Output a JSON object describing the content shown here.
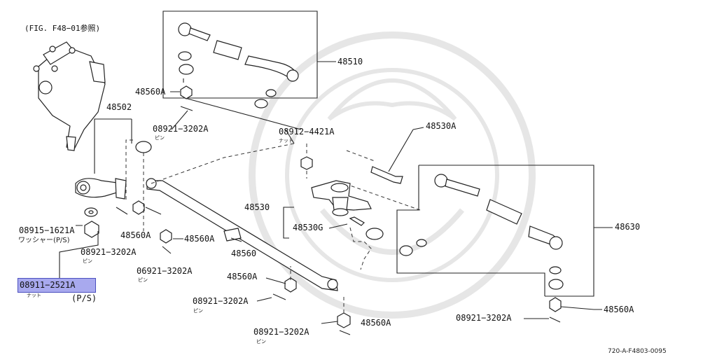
{
  "reference_note": "(FIG. F48−01参照)",
  "diagram_code": "720-A-F4803-0095",
  "labels": {
    "p48510": "48510",
    "p48560A_top": "48560A",
    "p48502": "48502",
    "p08921_top": "08921−3202A",
    "pin_top": "ピン",
    "p08912": "08912−4421A",
    "nut_08912": "ナット",
    "p48530A": "48530A",
    "p48530": "48530",
    "p48530G": "48530G",
    "p48630": "48630",
    "p08915": "08915−1621A",
    "washer_ps": "ワッシャー(P/S)",
    "p48560A_mid1": "48560A",
    "p48560A_mid2": "48560A",
    "p08921_mid": "08921−3202A",
    "pin_mid": "ピン",
    "p06921": "06921−3202A",
    "pin_06921": "ピン",
    "p48560": "48560",
    "p48560A_low": "48560A",
    "p08911": "08911−2521A",
    "nut_08911": "ナット",
    "ps_08911": "(P/S)",
    "p08921_low1": "08921−3202A",
    "pin_low1": "ピン",
    "p48560A_bottom": "48560A",
    "p08921_bottom": "08921−3202A",
    "pin_bottom": "ピン",
    "p08921_right": "08921−3202A",
    "p48560A_right": "48560A"
  },
  "colors": {
    "highlight_fill": "#a8a9ee",
    "highlight_border": "#4b4fbf",
    "line": "#222222"
  }
}
